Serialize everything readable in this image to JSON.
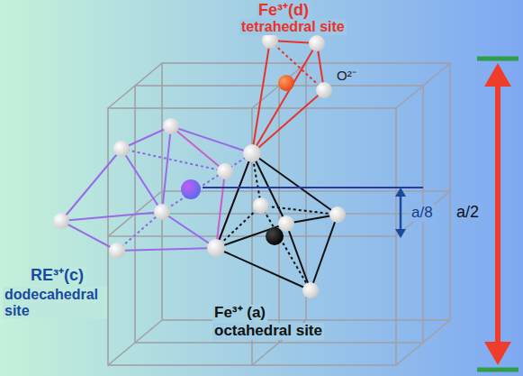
{
  "diagram": {
    "labels": [
      "Fe³⁺(d)",
      "tetrahedral site",
      "O²⁻",
      "a/8",
      "a/2",
      "RE³⁺(c)",
      "dodecahedral site",
      "Fe³⁺ (a)",
      "octahedral site"
    ]
  }
}
